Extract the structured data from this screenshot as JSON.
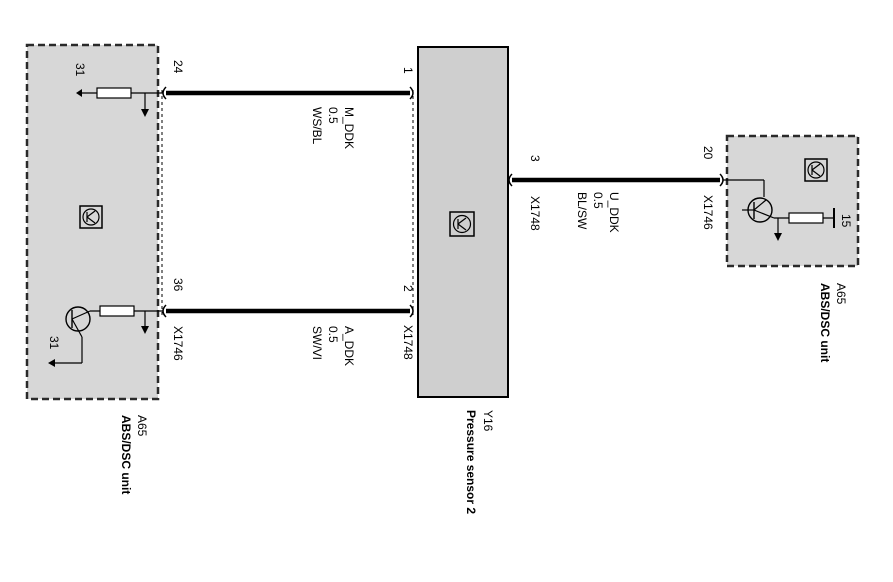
{
  "colors": {
    "module_fill": "#d7d7d7",
    "sensor_fill": "#cfcfcf",
    "wire": "#000000",
    "dashed_border": "#2a2a2a"
  },
  "left_module": {
    "designator": "A65",
    "name": "ABS/DSC unit",
    "connector": "X1746",
    "ground_top": "31",
    "ground_bottom": "31",
    "pin_top": "24",
    "pin_bottom": "36",
    "icon": "transistor-symbol-icon"
  },
  "sensor": {
    "designator": "Y16",
    "name": "Pressure sensor 2",
    "connector_left": "X1748",
    "connector_right": "X1748",
    "pin_1": "1",
    "pin_2": "2",
    "pin_3": "3",
    "icon": "transistor-symbol-icon"
  },
  "right_module": {
    "designator": "A65",
    "name": "ABS/DSC unit",
    "connector": "X1746",
    "pin": "20",
    "supply": "15",
    "icon": "transistor-symbol-icon"
  },
  "wires": {
    "m_ddk": {
      "signal": "M_DDK",
      "size": "0.5",
      "color": "WS/BL"
    },
    "a_ddk": {
      "signal": "A_DDK",
      "size": "0.5",
      "color": "SW/VI"
    },
    "u_ddk": {
      "signal": "U_DDK",
      "size": "0.5",
      "color": "BL/SW"
    }
  }
}
